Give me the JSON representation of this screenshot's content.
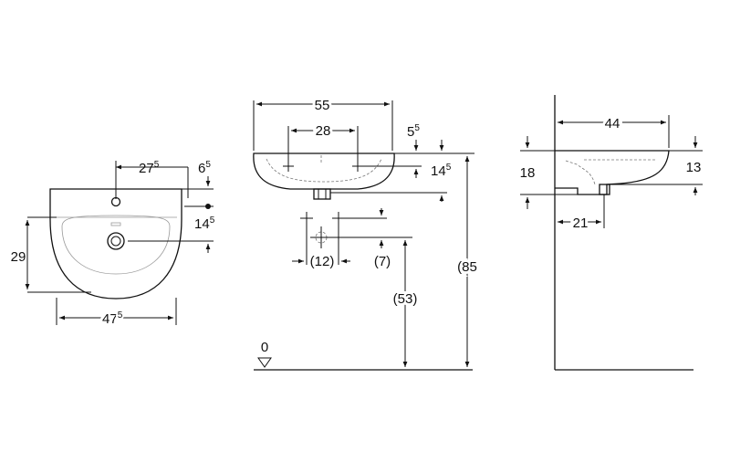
{
  "front_view": {
    "dim_width_base": "47",
    "dim_width_sup": "5",
    "dim_tap_offset_base": "27",
    "dim_tap_offset_sup": "5",
    "dim_top_base": "6",
    "dim_top_sup": "5",
    "dim_bowl_base": "14",
    "dim_bowl_sup": "5",
    "dim_depth": "29"
  },
  "side_view": {
    "dim_overall_width": "55",
    "dim_hole_spacing": "28",
    "dim_rim_base": "5",
    "dim_rim_sup": "5",
    "dim_bowl_base": "14",
    "dim_bowl_sup": "5",
    "dim_waste_spacing": "(12)",
    "dim_waste_offset": "(7)",
    "dim_waste_height": "(53)",
    "dim_total_height": "(85",
    "floor_label": "0"
  },
  "profile_view": {
    "dim_projection": "44",
    "dim_left_height": "18",
    "dim_right_height": "13",
    "dim_waste_projection": "21"
  }
}
